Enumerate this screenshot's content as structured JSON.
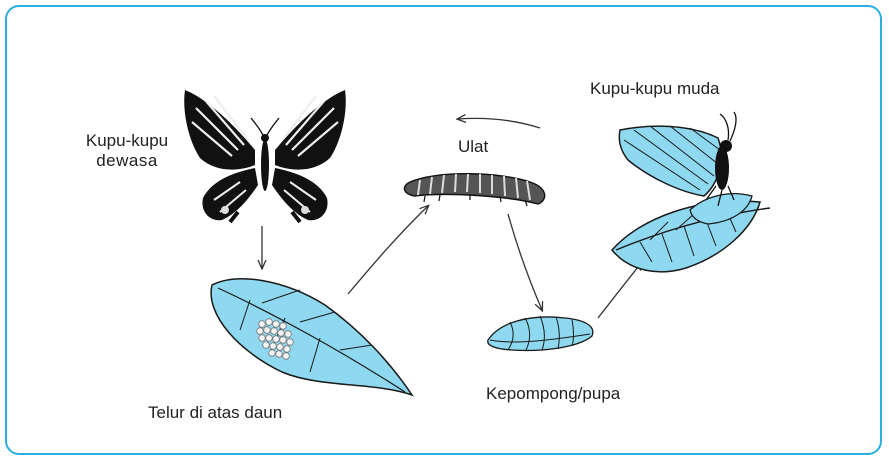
{
  "labels": {
    "adult_line1": "Kupu-kupu",
    "adult_line2": "dewasa",
    "eggs": "Telur di atas daun",
    "caterpillar": "Ulat",
    "pupa": "Kepompong/pupa",
    "young": "Kupu-kupu muda"
  },
  "colors": {
    "frame": "#2ab0e0",
    "leaf": "#8ed8f0",
    "outline": "#1a1a1a"
  }
}
